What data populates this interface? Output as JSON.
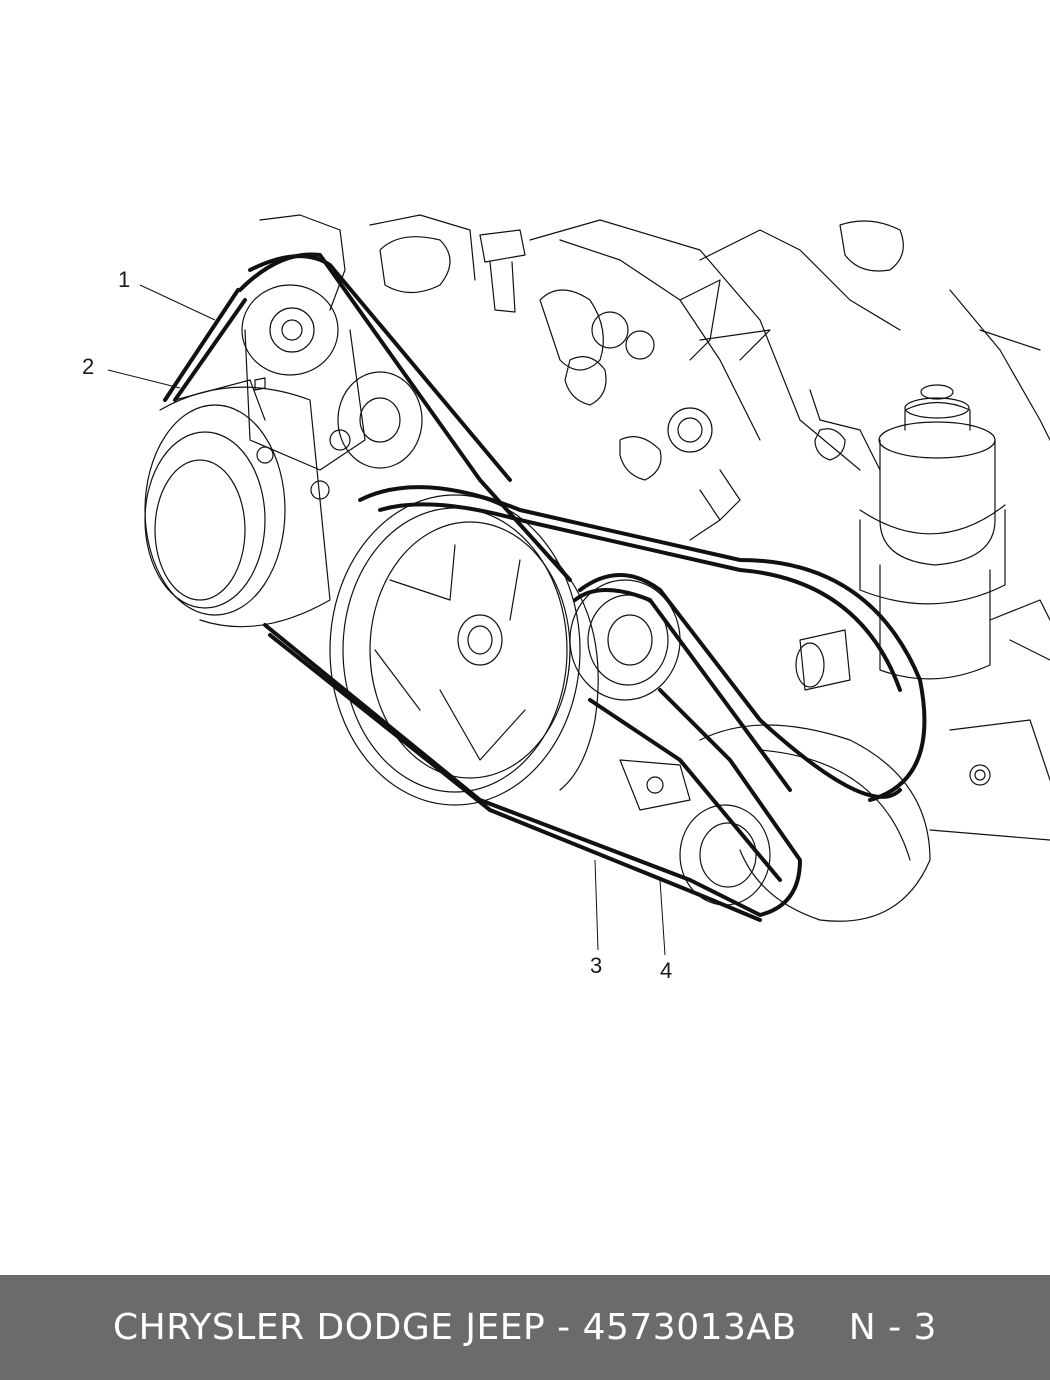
{
  "diagram": {
    "callouts": [
      "1",
      "2",
      "3",
      "4"
    ],
    "colors": {
      "line": "#111111",
      "background": "#ffffff",
      "footer_bg": "#6b6b6b",
      "footer_text": "#ffffff"
    }
  },
  "footer": {
    "brand_part": "CHRYSLER DODGE JEEP - 4573013AB",
    "page_ref": "N - 3"
  }
}
